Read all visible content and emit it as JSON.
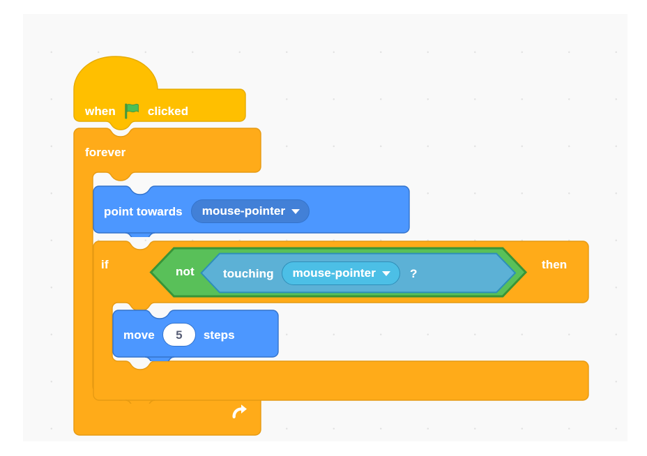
{
  "workspace": {
    "background_color": "#f9f9f9",
    "grid_dot_color": "#e2e2e2"
  },
  "palette": {
    "events_yellow": "#ffbf00",
    "events_yellow_dark": "#e6ab00",
    "control_orange": "#ffab19",
    "control_orange_dark": "#e69a12",
    "motion_blue": "#4c97ff",
    "motion_blue_dark": "#3373cc",
    "motion_field_blue": "#4280d7",
    "operator_green": "#59c059",
    "operator_green_dark": "#389438",
    "sensing_blue": "#5cb1d6",
    "sensing_blue_dark": "#2e8eb8",
    "sensing_field_blue": "#4cbfe6",
    "text_white": "#ffffff",
    "field_text": "#575e75"
  },
  "script": {
    "hat_block": {
      "label_before": "when",
      "icon": "green-flag-icon",
      "label_after": "clicked"
    },
    "forever_block": {
      "label": "forever",
      "loop_icon": "loop-arrow-icon"
    },
    "point_towards_block": {
      "label": "point towards",
      "dropdown_value": "mouse-pointer",
      "dropdown_icon": "chevron-down-icon"
    },
    "if_block": {
      "label_if": "if",
      "label_then": "then"
    },
    "not_block": {
      "label": "not"
    },
    "touching_block": {
      "label": "touching",
      "dropdown_value": "mouse-pointer",
      "dropdown_icon": "chevron-down-icon",
      "suffix": "?"
    },
    "move_block": {
      "label_before": "move",
      "value": "5",
      "label_after": "steps"
    }
  }
}
